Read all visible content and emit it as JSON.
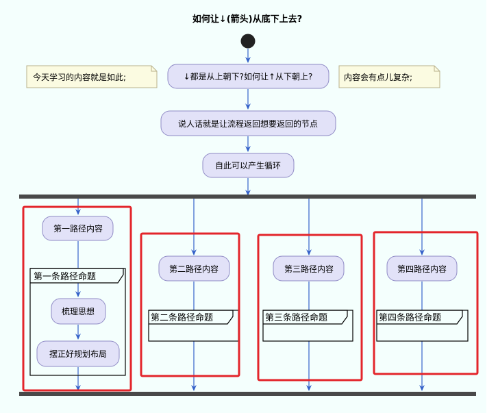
{
  "diagram": {
    "title": "如何让↓(箭头)从底下上去?",
    "notes": {
      "left": "今天学习的内容就是如此;",
      "right": "内容会有点儿复杂;"
    },
    "steps": {
      "step1": "↓都是从上朝下?如何让↑从下朝上?",
      "step2": "说人话就是让流程返回想要返回的节点",
      "step3": "自此可以产生循环"
    },
    "branches": [
      {
        "activity": "第一路径内容",
        "group_label": "第一条路径命题",
        "inner_activities": [
          "梳理思想",
          "摆正好规划布局"
        ]
      },
      {
        "activity": "第二路径内容",
        "group_label": "第二条路径命题"
      },
      {
        "activity": "第三路径内容",
        "group_label": "第三条路径命题"
      },
      {
        "activity": "第四路径内容",
        "group_label": "第四条路径命题"
      }
    ],
    "colors": {
      "page_background": "#f4fffd",
      "activity_fill": "#e2e2f8",
      "activity_stroke": "#8f8ac5",
      "arrow": "#3461c9",
      "note_fill": "#fbfbe1",
      "note_stroke": "#b8b08a",
      "bar": "#494949",
      "highlight": "#e3252b",
      "start_node": "#222222"
    }
  }
}
